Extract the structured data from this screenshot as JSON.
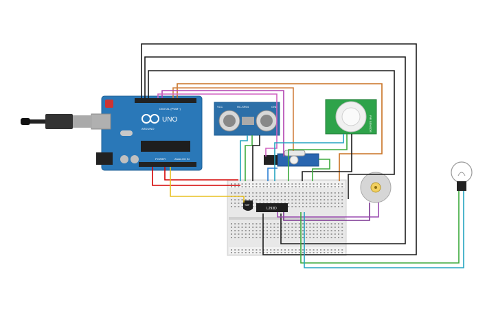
{
  "arduino": {
    "model": "UNO",
    "brand": "ARDUINO",
    "digital_label": "DIGITAL (PWM~)",
    "power_label": "POWER",
    "analog_label": "ANALOG IN"
  },
  "ultrasonic": {
    "model": "HC-SR04",
    "pins_left": "VCC",
    "pins_right": "GND"
  },
  "pir": {
    "label": "PIR SENSOR"
  },
  "motor_driver": {
    "label": "L293D"
  },
  "transistor": {
    "label": "TMP"
  },
  "icons": {
    "usb": "usb-cable-icon",
    "bulb": "light-bulb-icon",
    "motor": "dc-motor-icon",
    "servo": "servo-icon"
  },
  "wire_colors": {
    "black": "#1a1a1a",
    "red": "#d40000",
    "orange": "#c87020",
    "magenta": "#b040b0",
    "purple": "#7a3590",
    "blue": "#2a7fd4",
    "cyan": "#23a3c0",
    "green": "#3caa3c",
    "yellow": "#e8c020",
    "brown": "#8b5a2b"
  }
}
